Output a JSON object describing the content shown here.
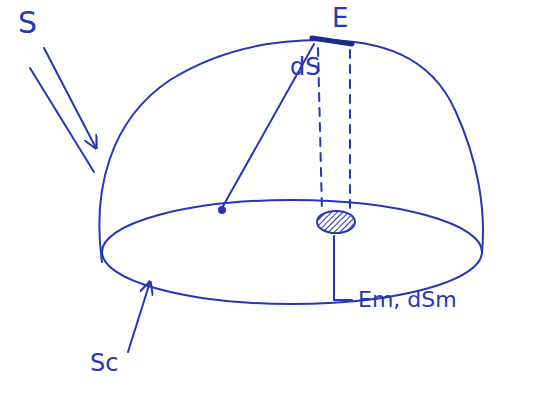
{
  "diagram": {
    "labels": [
      "S",
      "dS",
      "E",
      "Sc",
      "Em, dSm"
    ]
  }
}
